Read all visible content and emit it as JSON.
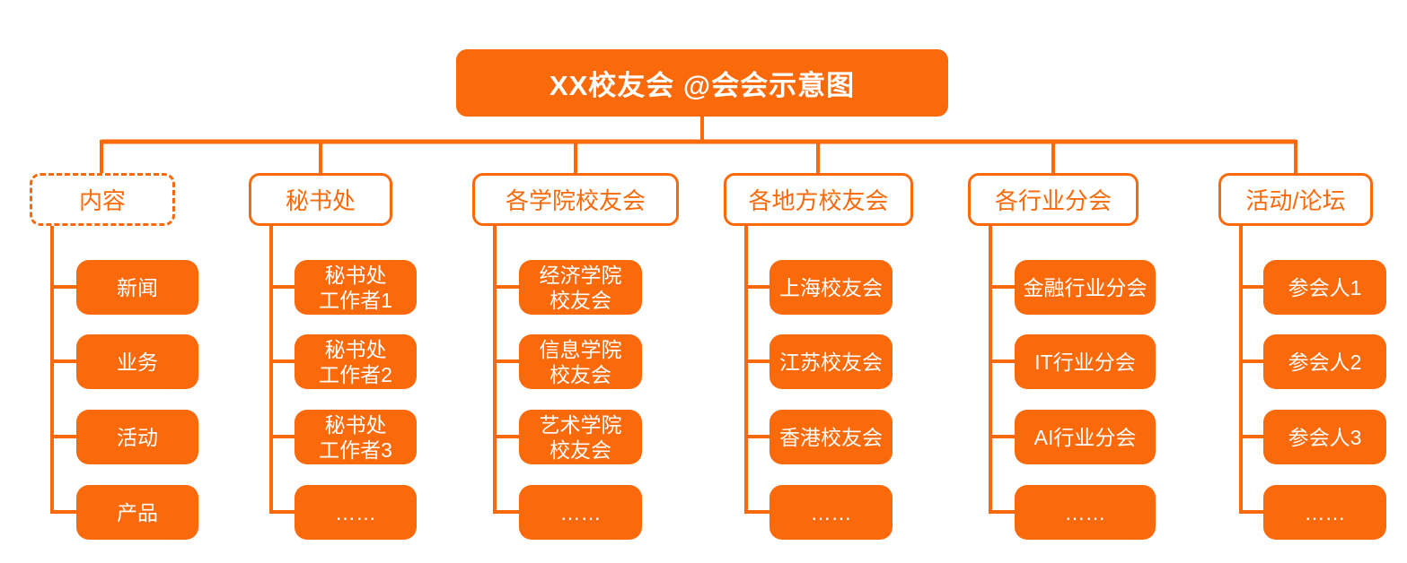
{
  "palette": {
    "accent": "#FA690A",
    "node_text": "#FFFFFF",
    "background": "#FFFFFF"
  },
  "root": {
    "label": "XX校友会 @会会示意图"
  },
  "branches": [
    {
      "label": "内容",
      "border": "dashed",
      "children": [
        "新闻",
        "业务",
        "活动",
        "产品"
      ]
    },
    {
      "label": "秘书处",
      "border": "solid",
      "children": [
        "秘书处\n工作者1",
        "秘书处\n工作者2",
        "秘书处\n工作者3",
        "……"
      ]
    },
    {
      "label": "各学院校友会",
      "border": "solid",
      "children": [
        "经济学院\n校友会",
        "信息学院\n校友会",
        "艺术学院\n校友会",
        "……"
      ]
    },
    {
      "label": "各地方校友会",
      "border": "solid",
      "children": [
        "上海校友会",
        "江苏校友会",
        "香港校友会",
        "……"
      ]
    },
    {
      "label": "各行业分会",
      "border": "solid",
      "children": [
        "金融行业分会",
        "IT行业分会",
        "AI行业分会",
        "……"
      ]
    },
    {
      "label": "活动/论坛",
      "border": "solid",
      "children": [
        "参会人1",
        "参会人2",
        "参会人3",
        "……"
      ]
    }
  ]
}
